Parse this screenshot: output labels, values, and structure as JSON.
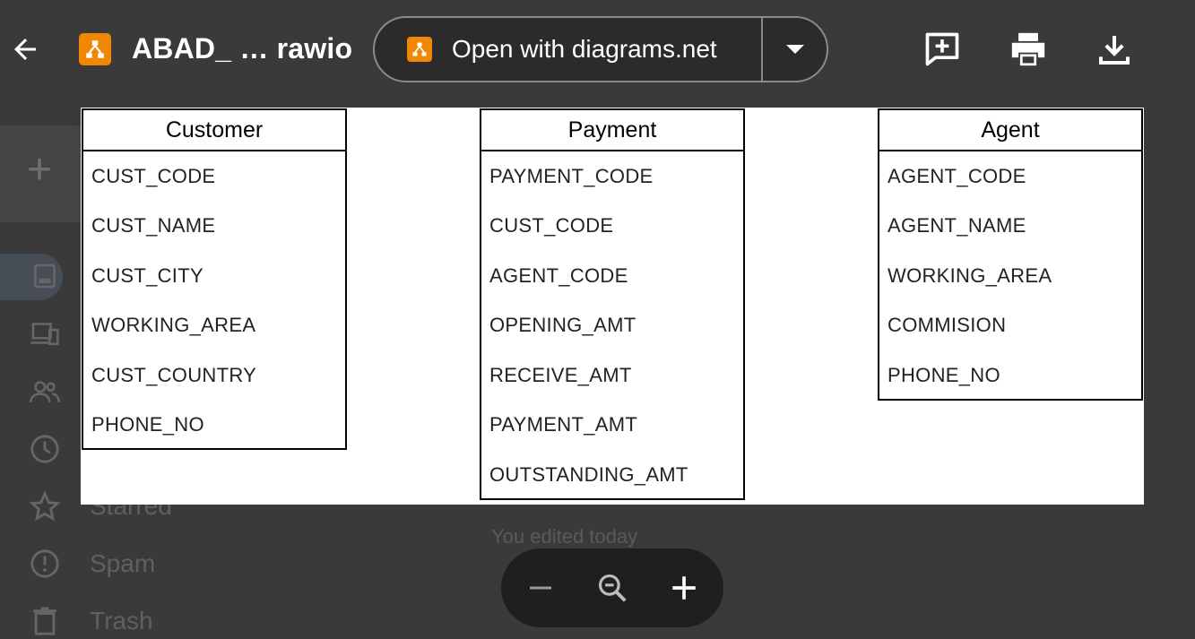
{
  "viewer": {
    "file_title": "ABAD_ … rawio",
    "open_with_label": "Open with diagrams.net",
    "icons": {
      "back": "arrow-back-icon",
      "file": "diagrams-net-icon",
      "dropdown": "caret-down-icon",
      "add_comment": "add-comment-icon",
      "print": "print-icon",
      "download": "download-icon"
    }
  },
  "background": {
    "sidebar": [
      {
        "label": "",
        "icon": "computer-icon"
      },
      {
        "label": "",
        "icon": "devices-icon"
      },
      {
        "label": "",
        "icon": "shared-icon"
      },
      {
        "label": "",
        "icon": "recent-icon"
      },
      {
        "label": "Starred",
        "icon": "star-icon"
      },
      {
        "label": "Spam",
        "icon": "spam-icon"
      },
      {
        "label": "Trash",
        "icon": "trash-icon"
      }
    ],
    "edited_note": "You edited today"
  },
  "diagram": {
    "entities": [
      {
        "name": "Customer",
        "fields": [
          "CUST_CODE",
          "CUST_NAME",
          "CUST_CITY",
          "WORKING_AREA",
          "CUST_COUNTRY",
          "PHONE_NO"
        ]
      },
      {
        "name": "Payment",
        "fields": [
          "PAYMENT_CODE",
          "CUST_CODE",
          "AGENT_CODE",
          "OPENING_AMT",
          "RECEIVE_AMT",
          "PAYMENT_AMT",
          "OUTSTANDING_AMT"
        ]
      },
      {
        "name": "Agent",
        "fields": [
          "AGENT_CODE",
          "AGENT_NAME",
          "WORKING_AREA",
          "COMMISION",
          "PHONE_NO"
        ]
      }
    ]
  },
  "zoom": {
    "icons": {
      "zoom_out": "minus-icon",
      "reset": "zoom-icon",
      "zoom_in": "plus-icon"
    }
  },
  "colors": {
    "overlay_bg": "#3a3a3a",
    "diagrams_orange": "#f08705",
    "canvas": "#ffffff"
  }
}
